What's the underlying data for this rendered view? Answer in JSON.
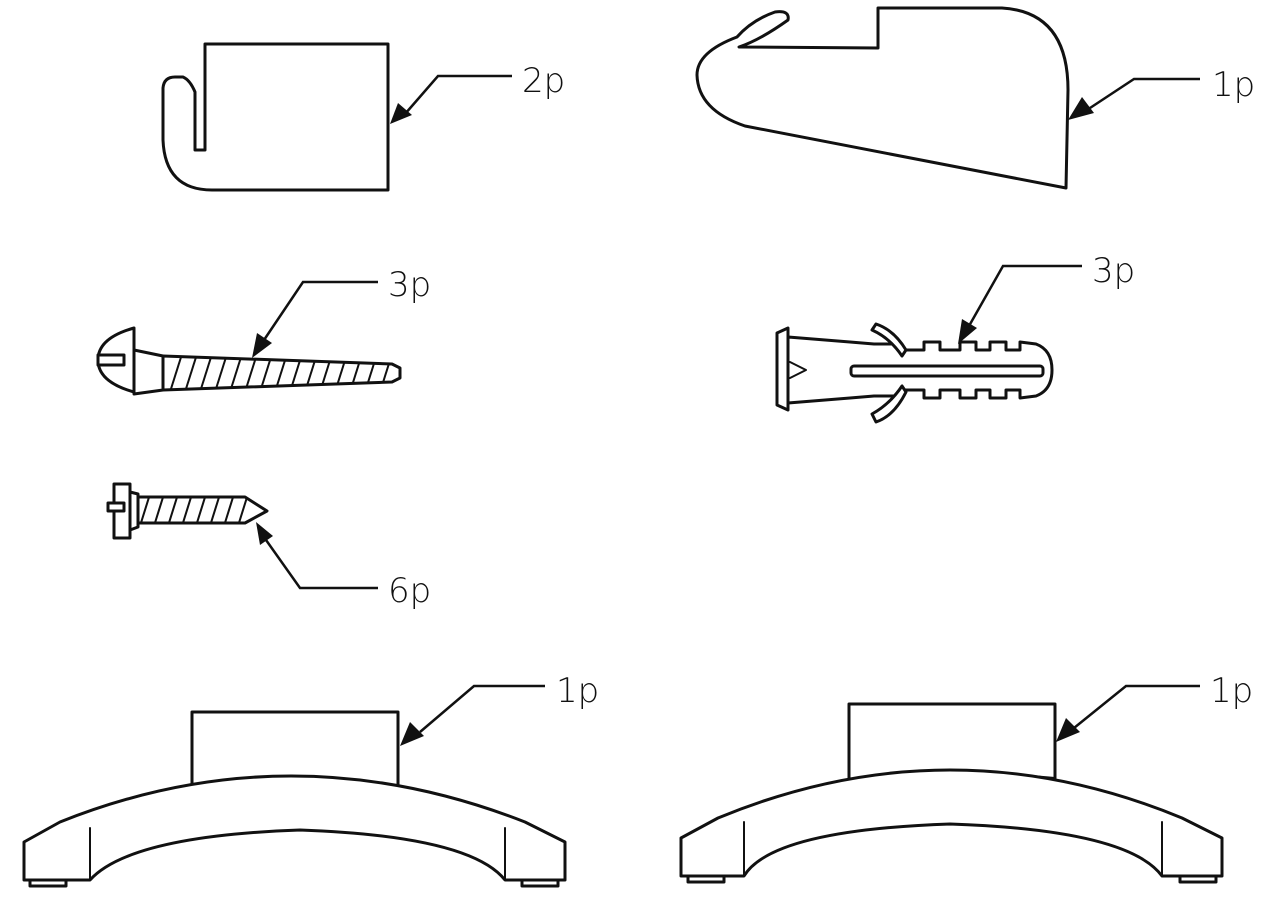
{
  "callouts": {
    "bracket_clip": "2p",
    "hook_plate": "1p",
    "long_screw": "3p",
    "wall_anchor": "3p",
    "short_screw": "6p",
    "stand_foot_left": "1p",
    "stand_foot_right": "1p"
  }
}
